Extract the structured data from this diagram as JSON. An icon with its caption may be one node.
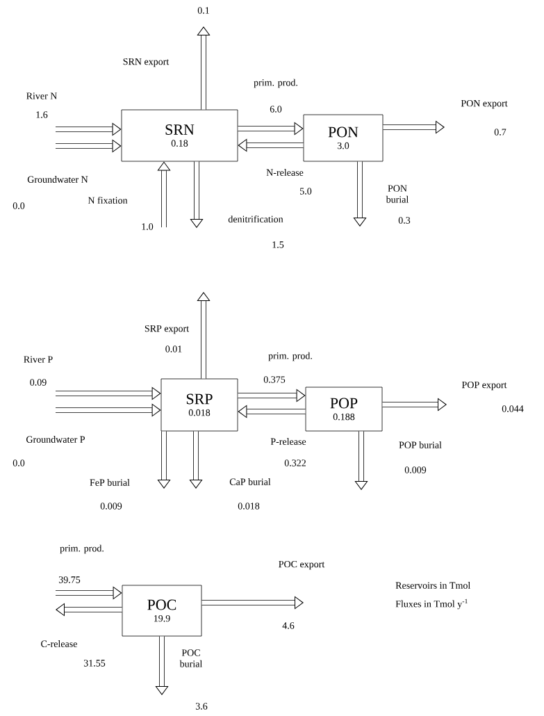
{
  "diagram": {
    "nodes": [
      {
        "text": [
          "SRN",
          "0.18"
        ]
      },
      {
        "text": [
          "PON",
          "3.0"
        ]
      },
      {
        "text": [
          "SRP",
          "0.018"
        ]
      },
      {
        "text": [
          "POP",
          "0.188"
        ]
      },
      {
        "text": [
          "POC",
          "19.9"
        ]
      }
    ],
    "edges": [
      {
        "from": null,
        "to": 0,
        "arrow": "to",
        "label": "River N"
      },
      {
        "from": null,
        "to": 0,
        "arrow": "to",
        "label": "Groundwater N"
      },
      {
        "from": 0,
        "to": null,
        "arrow": "to",
        "label": "SRN export"
      },
      {
        "from": null,
        "to": 0,
        "arrow": "to",
        "label": "N fixation"
      },
      {
        "from": 0,
        "to": null,
        "arrow": "to",
        "label": "denitrification"
      },
      {
        "from": 0,
        "to": 1,
        "arrow": "to",
        "label": "prim. prod."
      },
      {
        "from": 1,
        "to": 0,
        "arrow": "to",
        "label": "N-release"
      },
      {
        "from": 1,
        "to": null,
        "arrow": "to",
        "label": "PON export"
      },
      {
        "from": 1,
        "to": null,
        "arrow": "to",
        "label": "PON burial"
      },
      {
        "from": null,
        "to": 2,
        "arrow": "to",
        "label": "River P"
      },
      {
        "from": null,
        "to": 2,
        "arrow": "to",
        "label": "Groundwater P"
      },
      {
        "from": 2,
        "to": null,
        "arrow": "to",
        "label": "SRP export"
      },
      {
        "from": 2,
        "to": null,
        "arrow": "to",
        "label": "FeP burial"
      },
      {
        "from": 2,
        "to": null,
        "arrow": "to",
        "label": "CaP burial"
      },
      {
        "from": 2,
        "to": 3,
        "arrow": "to",
        "label": "prim. prod."
      },
      {
        "from": 3,
        "to": 2,
        "arrow": "to",
        "label": "P-release"
      },
      {
        "from": 3,
        "to": null,
        "arrow": "to",
        "label": "POP export"
      },
      {
        "from": 3,
        "to": null,
        "arrow": "to",
        "label": "POP burial"
      },
      {
        "from": null,
        "to": 4,
        "arrow": "to",
        "label": "prim. prod."
      },
      {
        "from": 4,
        "to": null,
        "arrow": "to",
        "label": "C-release"
      },
      {
        "from": 4,
        "to": null,
        "arrow": "to",
        "label": "POC export"
      },
      {
        "from": 4,
        "to": null,
        "arrow": "to",
        "label": "POC burial"
      }
    ],
    "labels": [
      "1.6",
      "0.0",
      "0.1",
      "1.0",
      "1.5",
      "6.0",
      "5.0",
      "0.7",
      "0.3",
      "0.09",
      "0.0",
      "0.01",
      "0.009",
      "0.018",
      "0.375",
      "0.322",
      "0.044",
      "0.009",
      "39.75",
      "31.55",
      "4.6",
      "3.6",
      "Reservoirs in Tmol",
      "Fluxes in Tmol y$^{-1}$"
    ]
  }
}
